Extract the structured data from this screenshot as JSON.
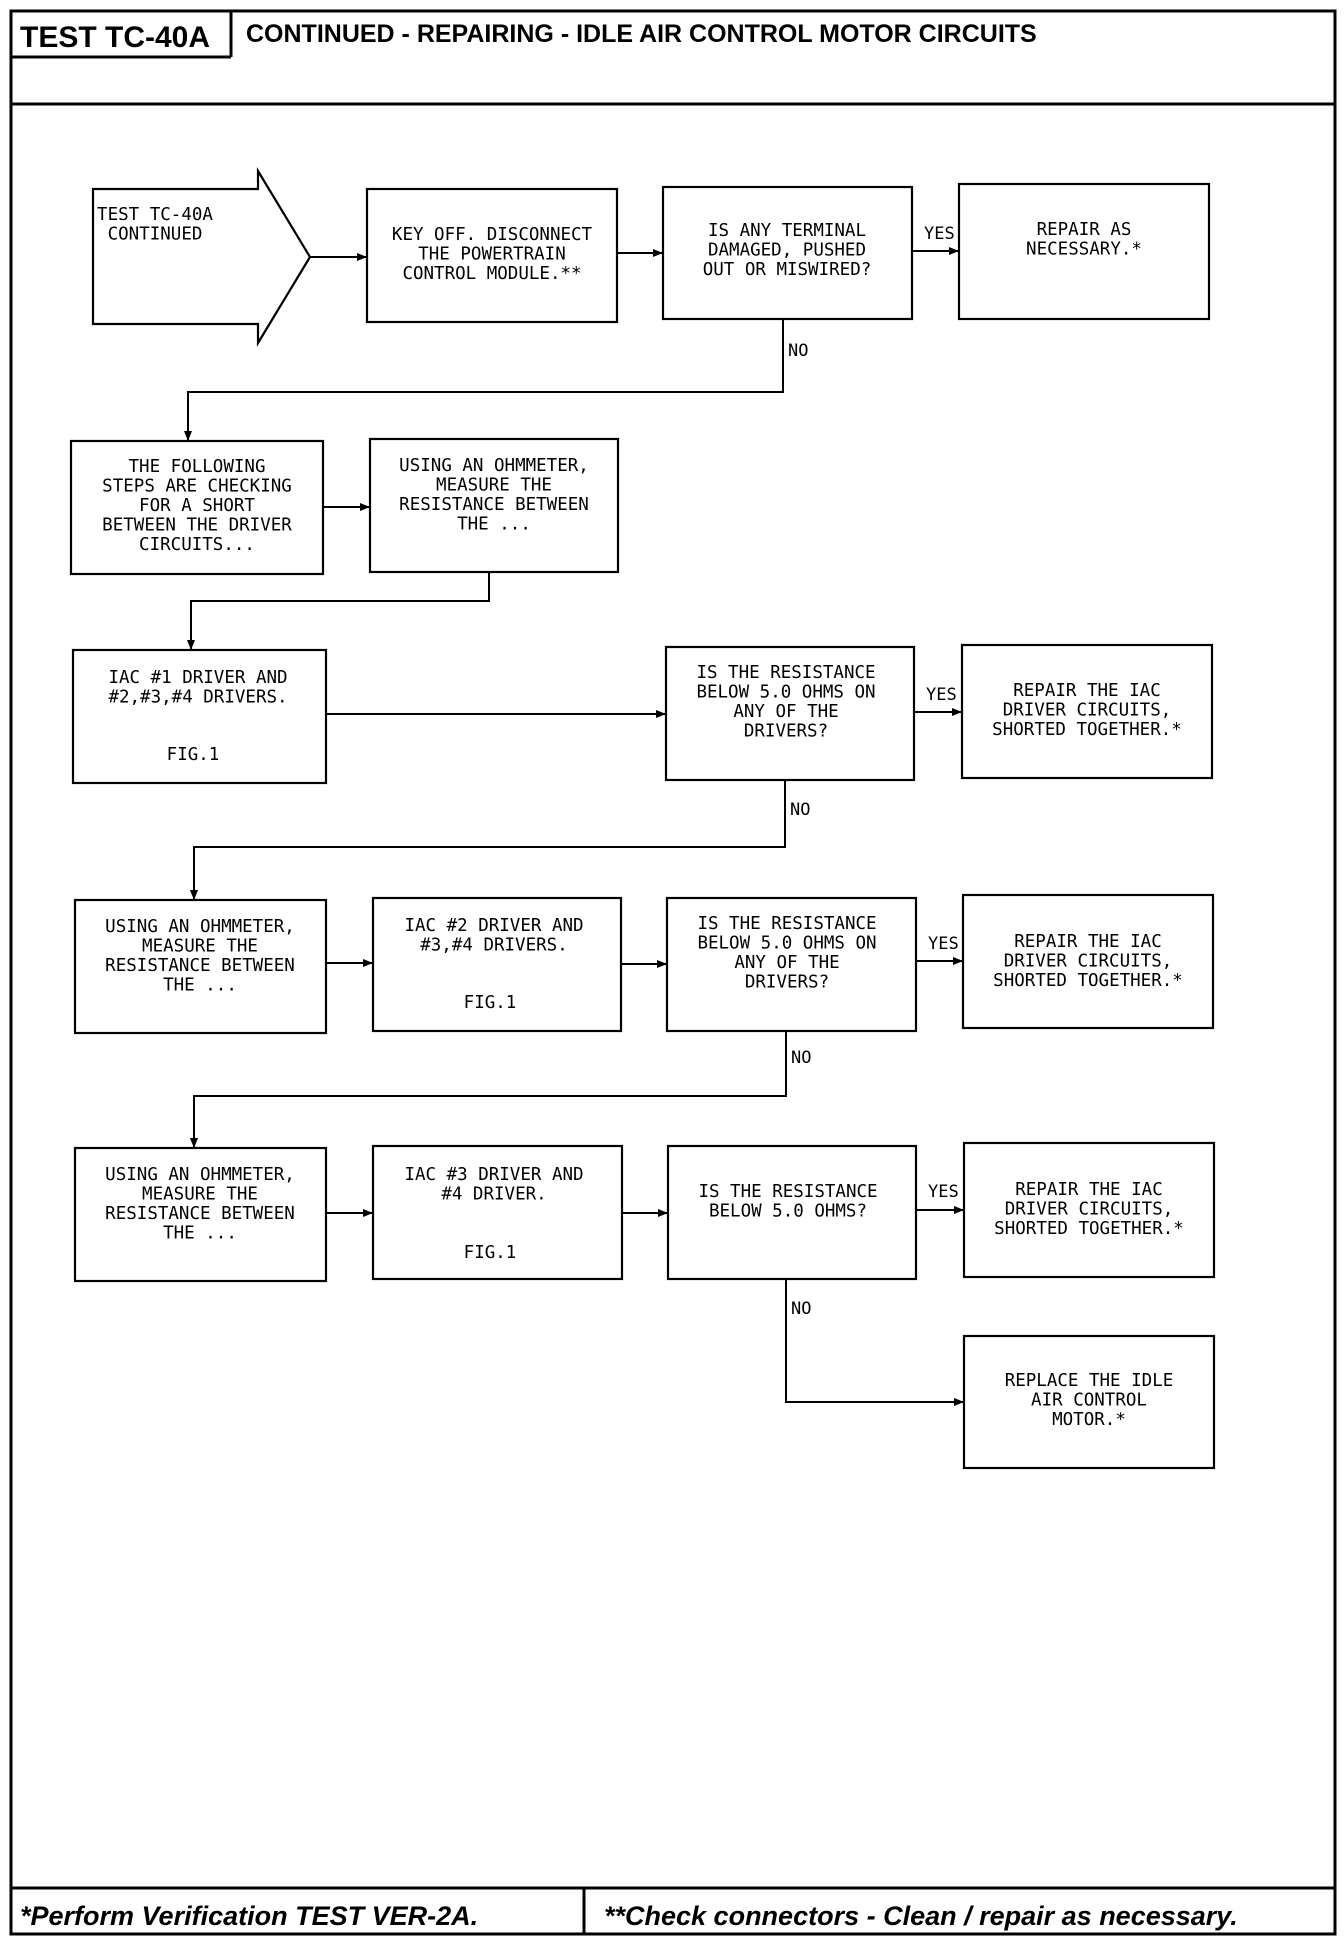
{
  "header": {
    "test_id": "TEST TC-40A",
    "title": "CONTINUED - REPAIRING - IDLE AIR CONTROL MOTOR CIRCUITS"
  },
  "flowchart": {
    "start": [
      "TEST TC-40A",
      "CONTINUED"
    ],
    "key_off": [
      "KEY OFF. DISCONNECT",
      "THE POWERTRAIN",
      "CONTROL MODULE.**"
    ],
    "q_terminal": [
      "IS ANY TERMINAL",
      "DAMAGED, PUSHED",
      "OUT OR MISWIRED?"
    ],
    "repair_necessary": [
      "REPAIR AS",
      "NECESSARY.*"
    ],
    "following_steps": [
      "THE FOLLOWING",
      "STEPS ARE CHECKING",
      "FOR A SHORT",
      "BETWEEN THE DRIVER",
      "CIRCUITS..."
    ],
    "ohmmeter_1": [
      "USING AN OHMMETER,",
      "MEASURE THE",
      "RESISTANCE BETWEEN",
      "THE ..."
    ],
    "iac1": [
      "IAC #1 DRIVER AND",
      "#2,#3,#4 DRIVERS."
    ],
    "q_res_1": [
      "IS THE RESISTANCE",
      "BELOW 5.0 OHMS ON",
      "ANY OF THE",
      "DRIVERS?"
    ],
    "repair_iac_1": [
      "REPAIR THE IAC",
      "DRIVER CIRCUITS,",
      "SHORTED TOGETHER.*"
    ],
    "ohmmeter_2": [
      "USING AN OHMMETER,",
      "MEASURE THE",
      "RESISTANCE BETWEEN",
      "THE ..."
    ],
    "iac2": [
      "IAC #2 DRIVER AND",
      "#3,#4 DRIVERS."
    ],
    "q_res_2": [
      "IS THE RESISTANCE",
      "BELOW 5.0 OHMS ON",
      "ANY OF THE",
      "DRIVERS?"
    ],
    "repair_iac_2": [
      "REPAIR THE IAC",
      "DRIVER CIRCUITS,",
      "SHORTED TOGETHER.*"
    ],
    "ohmmeter_3": [
      "USING AN OHMMETER,",
      "MEASURE THE",
      "RESISTANCE BETWEEN",
      "THE ..."
    ],
    "iac3": [
      "IAC #3 DRIVER AND",
      "#4 DRIVER."
    ],
    "q_res_3": [
      "IS THE RESISTANCE",
      "BELOW 5.0 OHMS?"
    ],
    "repair_iac_3": [
      "REPAIR THE IAC",
      "DRIVER CIRCUITS,",
      "SHORTED TOGETHER.*"
    ],
    "replace_motor": [
      "REPLACE THE IDLE",
      "AIR CONTROL",
      "MOTOR.*"
    ],
    "fig_label": "FIG.1",
    "yes_label": "YES",
    "no_label": "NO"
  },
  "footer": {
    "left_note": "*Perform Verification TEST VER-2A.",
    "right_note": "**Check connectors - Clean / repair as necessary."
  }
}
